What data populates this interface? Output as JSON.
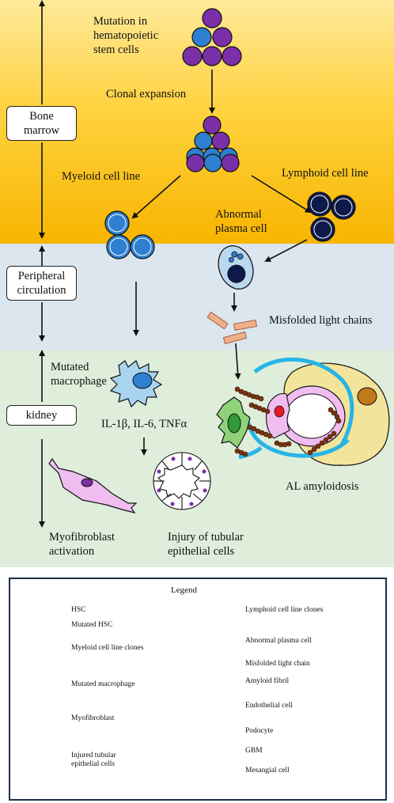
{
  "zones": {
    "bone_marrow": "Bone\nmarrow",
    "peripheral": "Peripheral\ncirculation",
    "kidney": "kidney"
  },
  "labels": {
    "mutation": "Mutation in\nhematopoietic\nstem cells",
    "clonal": "Clonal expansion",
    "myeloid_line": "Myeloid cell line",
    "lymphoid_line": "Lymphoid cell line",
    "abnormal_plasma": "Abnormal\nplasma cell",
    "misfolded": "Misfolded light chains",
    "mutated_macrophage": "Mutated\nmacrophage",
    "cytokines": "IL-1β, IL-6, TNFα",
    "al_amyloidosis": "AL amyloidosis",
    "myofibroblast": "Myofibroblast\nactivation",
    "injury": "Injury of tubular\nepithelial cells"
  },
  "legend": {
    "title": "Legend",
    "items": [
      "HSC",
      "Mutated HSC",
      "Myeloid cell line clones",
      "Mutated macrophage",
      "Myofibroblast",
      "Injured tubular\nepithelial cells",
      "Lymphoid cell line clones",
      "Abnormal plasma cell",
      "Misfolded light chain",
      "Amyloid fibril",
      "Endothelial cell",
      "Podocyte",
      "GBM",
      "Mesangial cell"
    ]
  },
  "colors": {
    "hsc": "#7b2fa8",
    "mutated_hsc": "#2f7fd0",
    "lymphoid": "#0d1a4a",
    "light_chain": "#f0b08a",
    "fibril": "#7a3412",
    "gbm": "#27b4e6",
    "podocyte": "#f3e49c",
    "endothelial": "#f0bdf0",
    "mesangial": "#8fd27a"
  }
}
